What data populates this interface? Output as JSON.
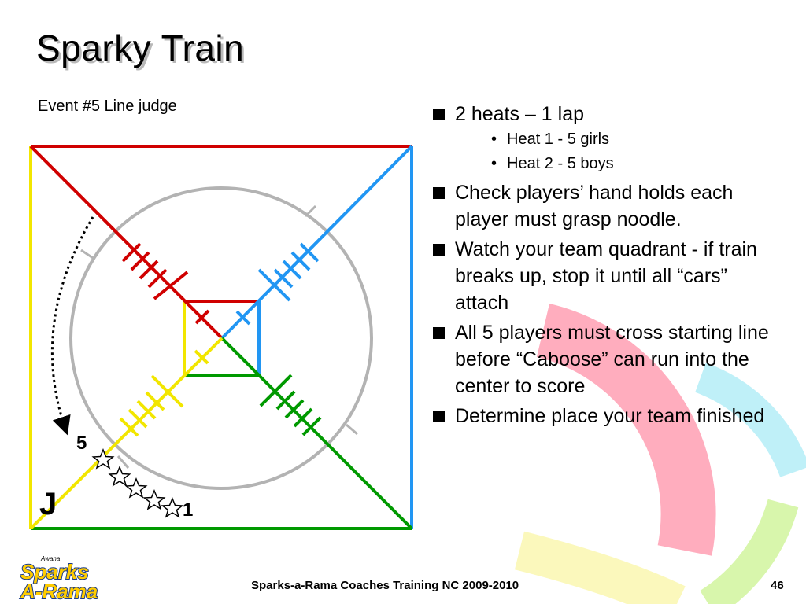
{
  "slide": {
    "title": "Sparky Train",
    "subtitle": "Event #5 Line judge"
  },
  "field": {
    "judge_label": "J",
    "first_player_label": "5",
    "last_player_label": "1"
  },
  "bullets": {
    "b1": {
      "text": "2 heats – 1 lap",
      "sub": [
        "Heat 1 - 5 girls",
        "Heat 2 - 5 boys"
      ]
    },
    "b2": "Check players’ hand holds each player must grasp noodle.",
    "b3": "Watch your team quadrant - if train breaks up, stop it until all “cars” attach",
    "b4": "All 5 players must cross starting line before “Caboose” can run into the center to score",
    "b5": "Determine place your team finished",
    "sub_marker": "•"
  },
  "footer": {
    "text": "Sparks-a-Rama Coaches Training NC 2009-2010",
    "page_number": "46"
  },
  "logo": {
    "small_text": "Awana",
    "line1": "Sparks",
    "line2": "A-Rama"
  },
  "colors": {
    "red": "#d00000",
    "blue": "#2196f3",
    "green": "#009900",
    "yellow": "#f2e600",
    "circle": "#b3b3b3",
    "deco_pink": "#ff9fb3",
    "deco_cyan": "#b8eef7",
    "deco_green": "#d4f5a3",
    "deco_yellow": "#fbf7b5"
  }
}
